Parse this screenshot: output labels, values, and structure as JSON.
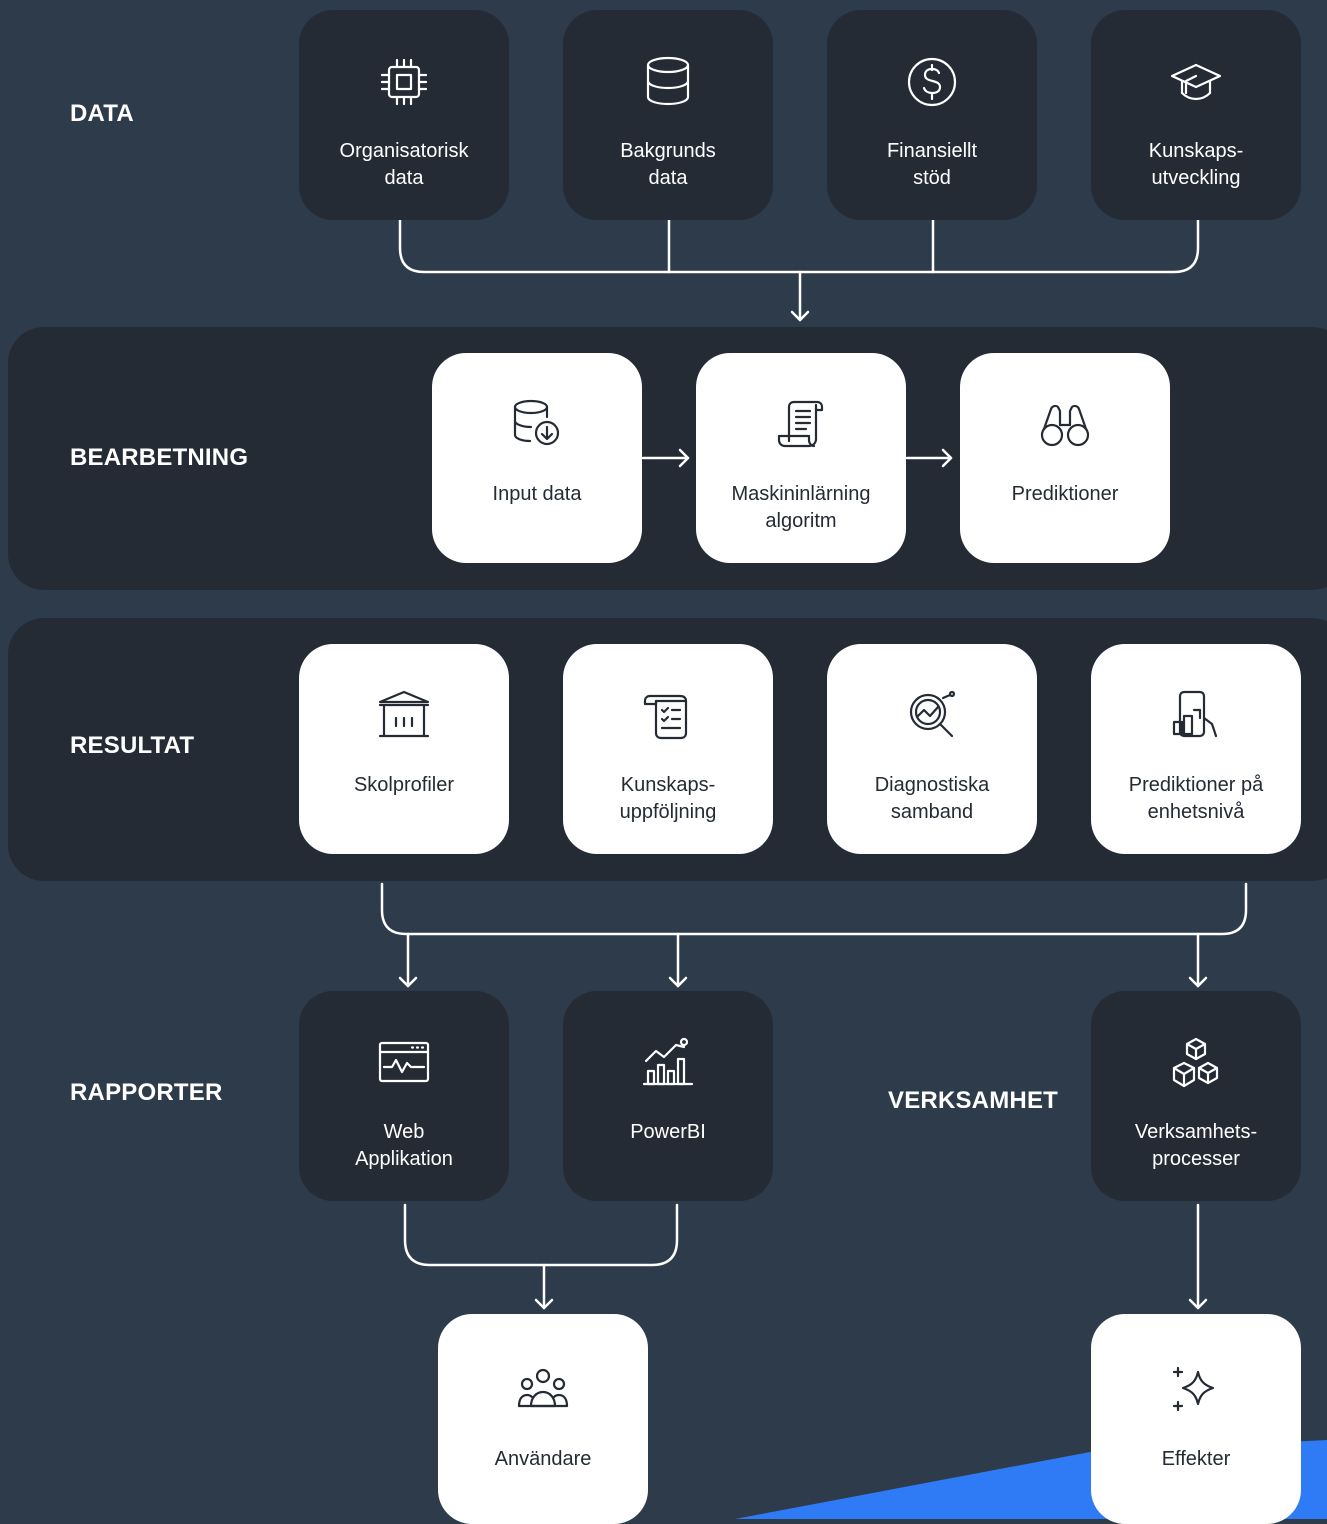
{
  "sections": {
    "data": "DATA",
    "processing": "BEARBETNING",
    "results": "RESULTAT",
    "reports": "RAPPORTER",
    "business": "VERKSAMHET"
  },
  "data_cards": [
    {
      "label": "Organisatorisk\ndata",
      "icon": "cpu-chip-icon"
    },
    {
      "label": "Bakgrunds\ndata",
      "icon": "database-icon"
    },
    {
      "label": "Finansiellt\nstöd",
      "icon": "dollar-coin-icon"
    },
    {
      "label": "Kunskaps-\nutveckling",
      "icon": "graduation-cap-icon"
    }
  ],
  "processing_cards": [
    {
      "label": "Input data",
      "icon": "database-download-icon"
    },
    {
      "label": "Maskininlärning\nalgoritm",
      "icon": "scroll-document-icon"
    },
    {
      "label": "Prediktioner",
      "icon": "binoculars-icon"
    }
  ],
  "result_cards": [
    {
      "label": "Skolprofiler",
      "icon": "building-icon"
    },
    {
      "label": "Kunskaps-\nuppföljning",
      "icon": "checklist-scroll-icon"
    },
    {
      "label": "Diagnostiska\nsamband",
      "icon": "magnifier-chart-icon"
    },
    {
      "label": "Prediktioner på\nenhetsnivå",
      "icon": "phone-chart-icon"
    }
  ],
  "report_cards": [
    {
      "label": "Web\nApplikation",
      "icon": "browser-chart-icon"
    },
    {
      "label": "PowerBI",
      "icon": "bar-chart-trend-icon"
    }
  ],
  "business_card": {
    "label": "Verksamhets-\nprocesser",
    "icon": "boxes-icon"
  },
  "outcome_cards": [
    {
      "label": "Användare",
      "icon": "users-group-icon"
    },
    {
      "label": "Effekter",
      "icon": "sparkles-icon"
    }
  ],
  "colors": {
    "background": "#2e3b4a",
    "panel": "#242b35",
    "card_light": "#ffffff",
    "accent": "#2f7bf5"
  }
}
